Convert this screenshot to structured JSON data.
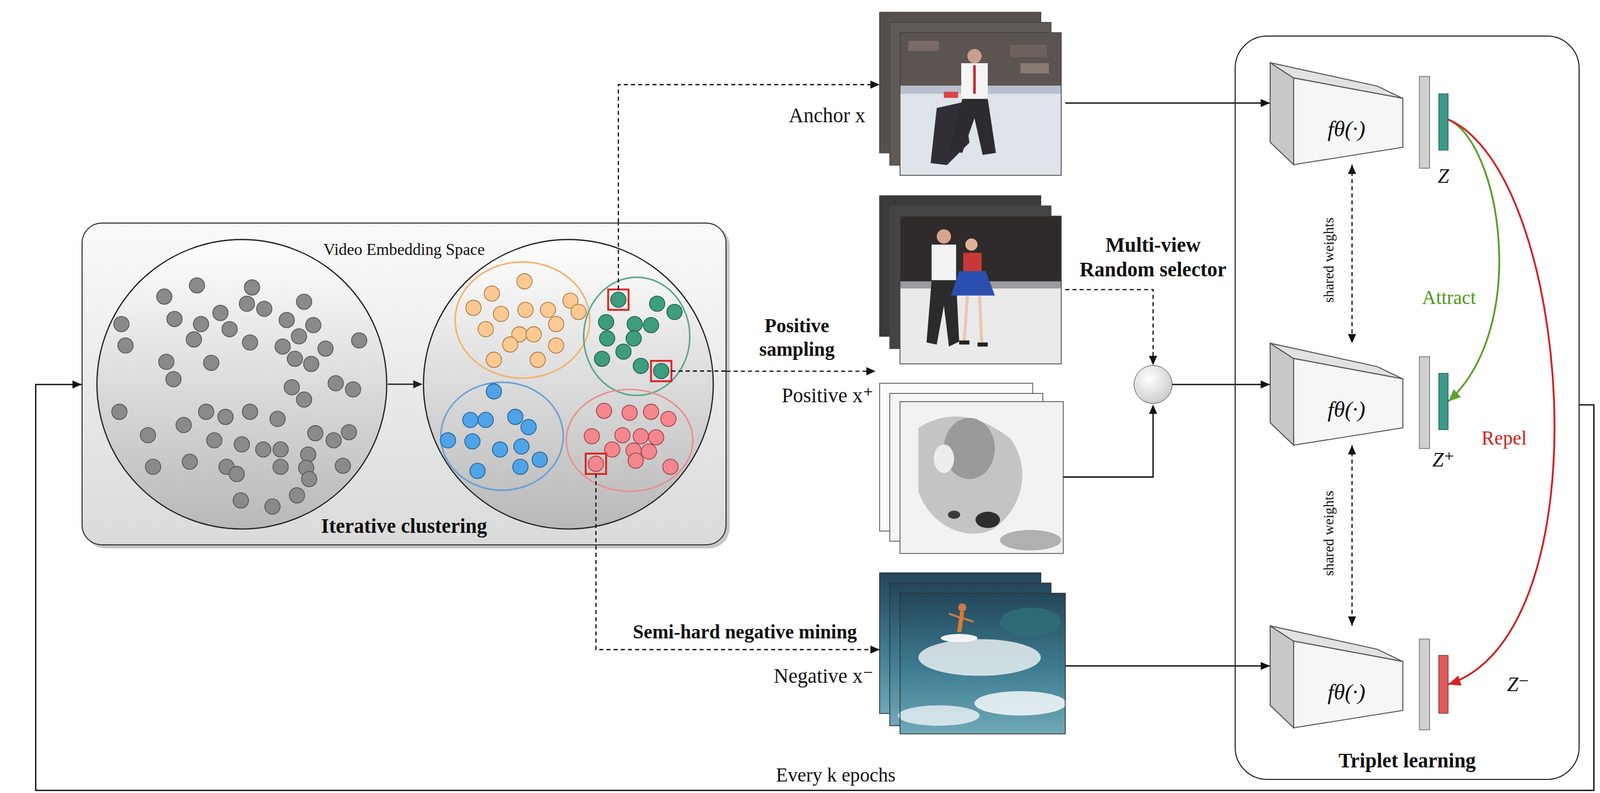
{
  "diagram": {
    "nodes": [
      {
        "text": [
          "Video Embedding Space",
          "Iterative clustering"
        ]
      },
      {
        "text": [
          "Anchor x"
        ]
      },
      {
        "text": [
          "Positive x⁺"
        ]
      },
      {
        "text": [
          "Multi-view Random selector"
        ]
      },
      {
        "text": [
          "Negative x⁻"
        ]
      },
      {
        "text": [
          "Triplet learning"
        ]
      },
      {
        "text": [
          "fθ(·)"
        ],
        "in": 5
      },
      {
        "text": [
          "fθ(·)"
        ],
        "in": 5
      },
      {
        "text": [
          "fθ(·)"
        ],
        "in": 5
      },
      {
        "text": [
          "Z"
        ],
        "in": 5
      },
      {
        "text": [
          "Z⁺"
        ],
        "in": 5
      },
      {
        "text": [
          "Z⁻"
        ],
        "in": 5
      }
    ],
    "edges": [
      {
        "from": 0,
        "to": 1,
        "arrow": "to"
      },
      {
        "from": 0,
        "to": 2,
        "label": "Positive sampling",
        "arrow": "to"
      },
      {
        "from": 0,
        "to": 4,
        "label": "Semi-hard negative mining",
        "arrow": "to"
      },
      {
        "from": 2,
        "to": 3,
        "arrow": "to"
      },
      {
        "from": 1,
        "to": 6,
        "arrow": "to"
      },
      {
        "from": 3,
        "to": 7,
        "arrow": "to"
      },
      {
        "from": 4,
        "to": 8,
        "arrow": "to"
      },
      {
        "from": 6,
        "to": 7,
        "label": "shared weights",
        "arrow": "both"
      },
      {
        "from": 7,
        "to": 8,
        "label": "shared weights",
        "arrow": "both"
      },
      {
        "from": 9,
        "to": 10,
        "label": "Attract",
        "arrow": "to"
      },
      {
        "from": 9,
        "to": 11,
        "label": "Repel",
        "arrow": "to"
      },
      {
        "from": 5,
        "to": 0,
        "label": "Every k epochs",
        "arrow": "to"
      }
    ]
  }
}
